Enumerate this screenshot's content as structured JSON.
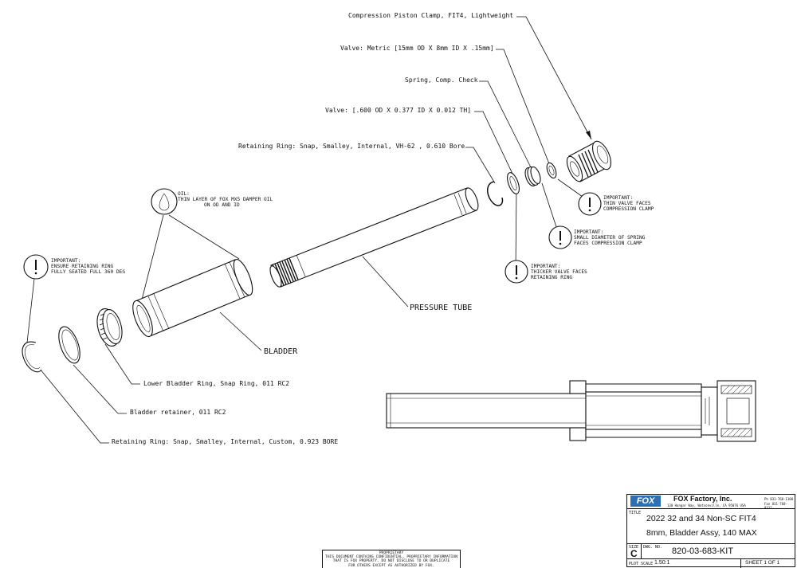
{
  "callouts": {
    "compression_piston_clamp": "Compression Piston Clamp, FIT4, Lightweight",
    "valve_metric": "Valve: Metric [15mm OD X 8mm ID X .15mm]",
    "spring_comp_check": "Spring, Comp. Check",
    "valve_600": "Valve: [.600 OD X 0.377 ID X 0.012 TH]",
    "retaining_ring_vh62": "Retaining Ring: Snap, Smalley, Internal, VH-62 , 0.610 Bore",
    "pressure_tube": "PRESSURE TUBE",
    "bladder": "BLADDER",
    "lower_bladder_ring": "Lower Bladder Ring, Snap Ring, 011 RC2",
    "bladder_retainer": "Bladder retainer, 011 RC2",
    "retaining_ring_custom": "Retaining Ring: Snap, Smalley, Internal, Custom, 0.923 BORE"
  },
  "notes": {
    "oil": [
      "OIL:",
      "THIN LAYER OF FOX MX5 DAMPER OIL",
      "ON OD AND ID"
    ],
    "retaining_ring": [
      "IMPORTANT:",
      "ENSURE RETAINING RING",
      "FULLY SEATED FULL 360 DEG"
    ],
    "thin_valve": [
      "IMPORTANT:",
      "THIN VALVE FACES",
      "COMPRESSION CLAMP"
    ],
    "spring_diameter": [
      "IMPORTANT:",
      "SMALL DIAMETER OF SPRING",
      "FACES COMPRESSION CLAMP"
    ],
    "thicker_valve": [
      "IMPORTANT:",
      "THICKER VALVE FACES",
      "RETAINING RING"
    ]
  },
  "title_block": {
    "logo": "FOX",
    "company": "FOX Factory, Inc.",
    "address": "130 Hangar Way, Watsonville, CA 95076 USA",
    "phone": "Ph 831-768-1100",
    "fax": "Fax 831-768-9312",
    "title_label": "TITLE",
    "title_line1": "2022 32 and 34 Non-SC FIT4",
    "title_line2": "8mm, Bladder Assy, 140 MAX",
    "size_label": "SIZE",
    "size": "C",
    "dwg_label": "DWG. NO.",
    "dwg_no": "820-03-683-KIT",
    "scale_label": "PLOT SCALE",
    "scale": "1.50:1",
    "sheet": "SHEET 1 OF 1"
  },
  "proprietary": [
    "PROPRIETARY",
    "THIS DOCUMENT CONTAINS CONFIDENTIAL, PROPRIETARY INFORMATION",
    "THAT IS FOX PROPERTY.  DO NOT DISCLOSE TO OR DUPLICATE",
    "FOR OTHERS EXCEPT AS AUTHORIZED BY FOX."
  ]
}
